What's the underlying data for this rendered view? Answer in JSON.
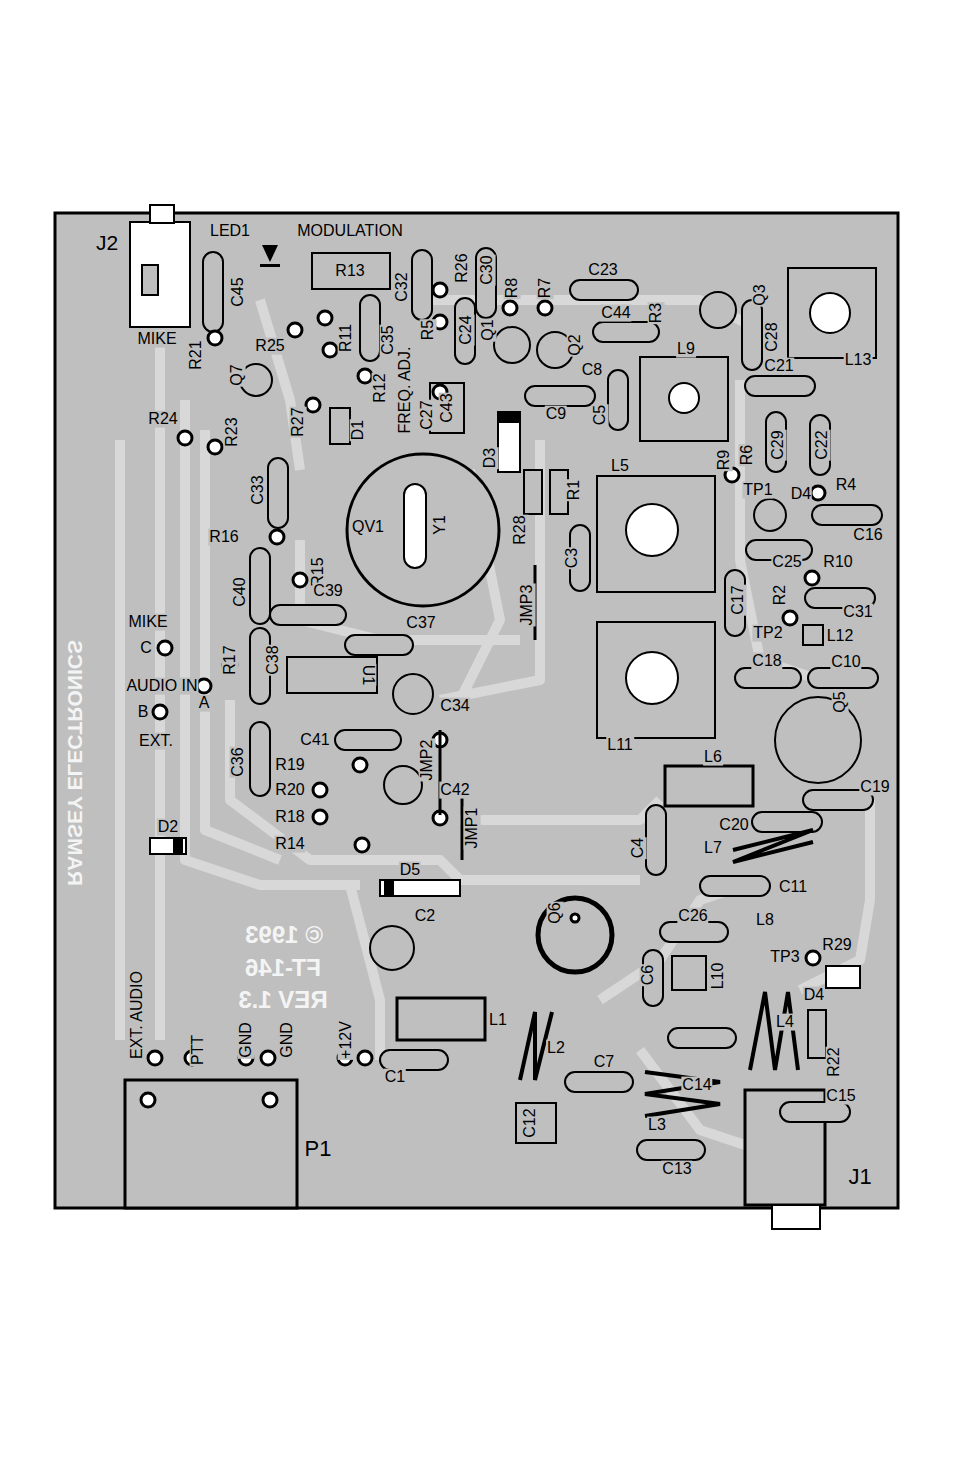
{
  "diagram": {
    "labels": [
      "J2",
      "LED1",
      "MODULATION",
      "MIKE",
      "C45",
      "R13",
      "C32",
      "R26",
      "C30",
      "R8",
      "R7",
      "C23",
      "Q3",
      "L13",
      "R21",
      "Q7",
      "R25",
      "R11",
      "C35",
      "R5",
      "C24",
      "Q1",
      "Q2",
      "C44",
      "R3",
      "C28",
      "C21",
      "R12",
      "FREQ. ADJ.",
      "C27",
      "C43",
      "C8",
      "L9",
      "R24",
      "R23",
      "R27",
      "D1",
      "D3",
      "C9",
      "C5",
      "R9",
      "R6",
      "C29",
      "C22",
      "TP1",
      "D4",
      "R4",
      "C16",
      "R16",
      "C33",
      "QV1",
      "Y1",
      "R28",
      "R1",
      "L5",
      "C25",
      "R10",
      "C3",
      "R15",
      "C17",
      "R2",
      "C31",
      "C40",
      "C39",
      "JMP3",
      "TP2",
      "L12",
      "MIKE",
      "C",
      "C37",
      "C18",
      "C10",
      "AUDIO IN",
      "R17",
      "C38",
      "U1",
      "A",
      "B",
      "EXT.",
      "C34",
      "L11",
      "Q5",
      "C36",
      "C41",
      "JMP2",
      "R19",
      "L6",
      "C19",
      "R20",
      "C42",
      "R18",
      "JMP1",
      "C20",
      "L7",
      "R14",
      "C4",
      "RAMSEY ELECTRONICS",
      "D2",
      "D5",
      "C11",
      "C2",
      "Q6",
      "C26",
      "L8",
      "© 1993",
      "FT-146",
      "REV 1.3",
      "TP3",
      "R29",
      "C6",
      "L10",
      "D4",
      "EXT. AUDIO",
      "PTT",
      "GND",
      "GND",
      "+12V",
      "L1",
      "L2",
      "C7",
      "C14",
      "L4",
      "R22",
      "C15",
      "C1",
      "P1",
      "C12",
      "L3",
      "C13",
      "J1"
    ]
  }
}
